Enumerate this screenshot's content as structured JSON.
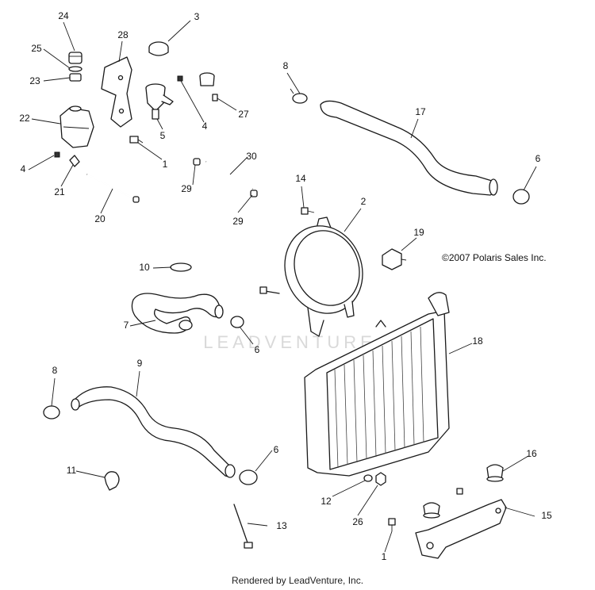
{
  "diagram": {
    "copyright": "©2007 Polaris Sales Inc.",
    "watermark": "LEADVENTURE",
    "footer": "Rendered by LeadVenture, Inc.",
    "callouts": [
      "24",
      "3",
      "28",
      "25",
      "23",
      "22",
      "5",
      "27",
      "4",
      "4",
      "1",
      "21",
      "29",
      "30",
      "20",
      "29",
      "8",
      "17",
      "6",
      "14",
      "2",
      "19",
      "10",
      "7",
      "6",
      "18",
      "8",
      "9",
      "6",
      "11",
      "12",
      "26",
      "16",
      "13",
      "15",
      "1"
    ]
  }
}
